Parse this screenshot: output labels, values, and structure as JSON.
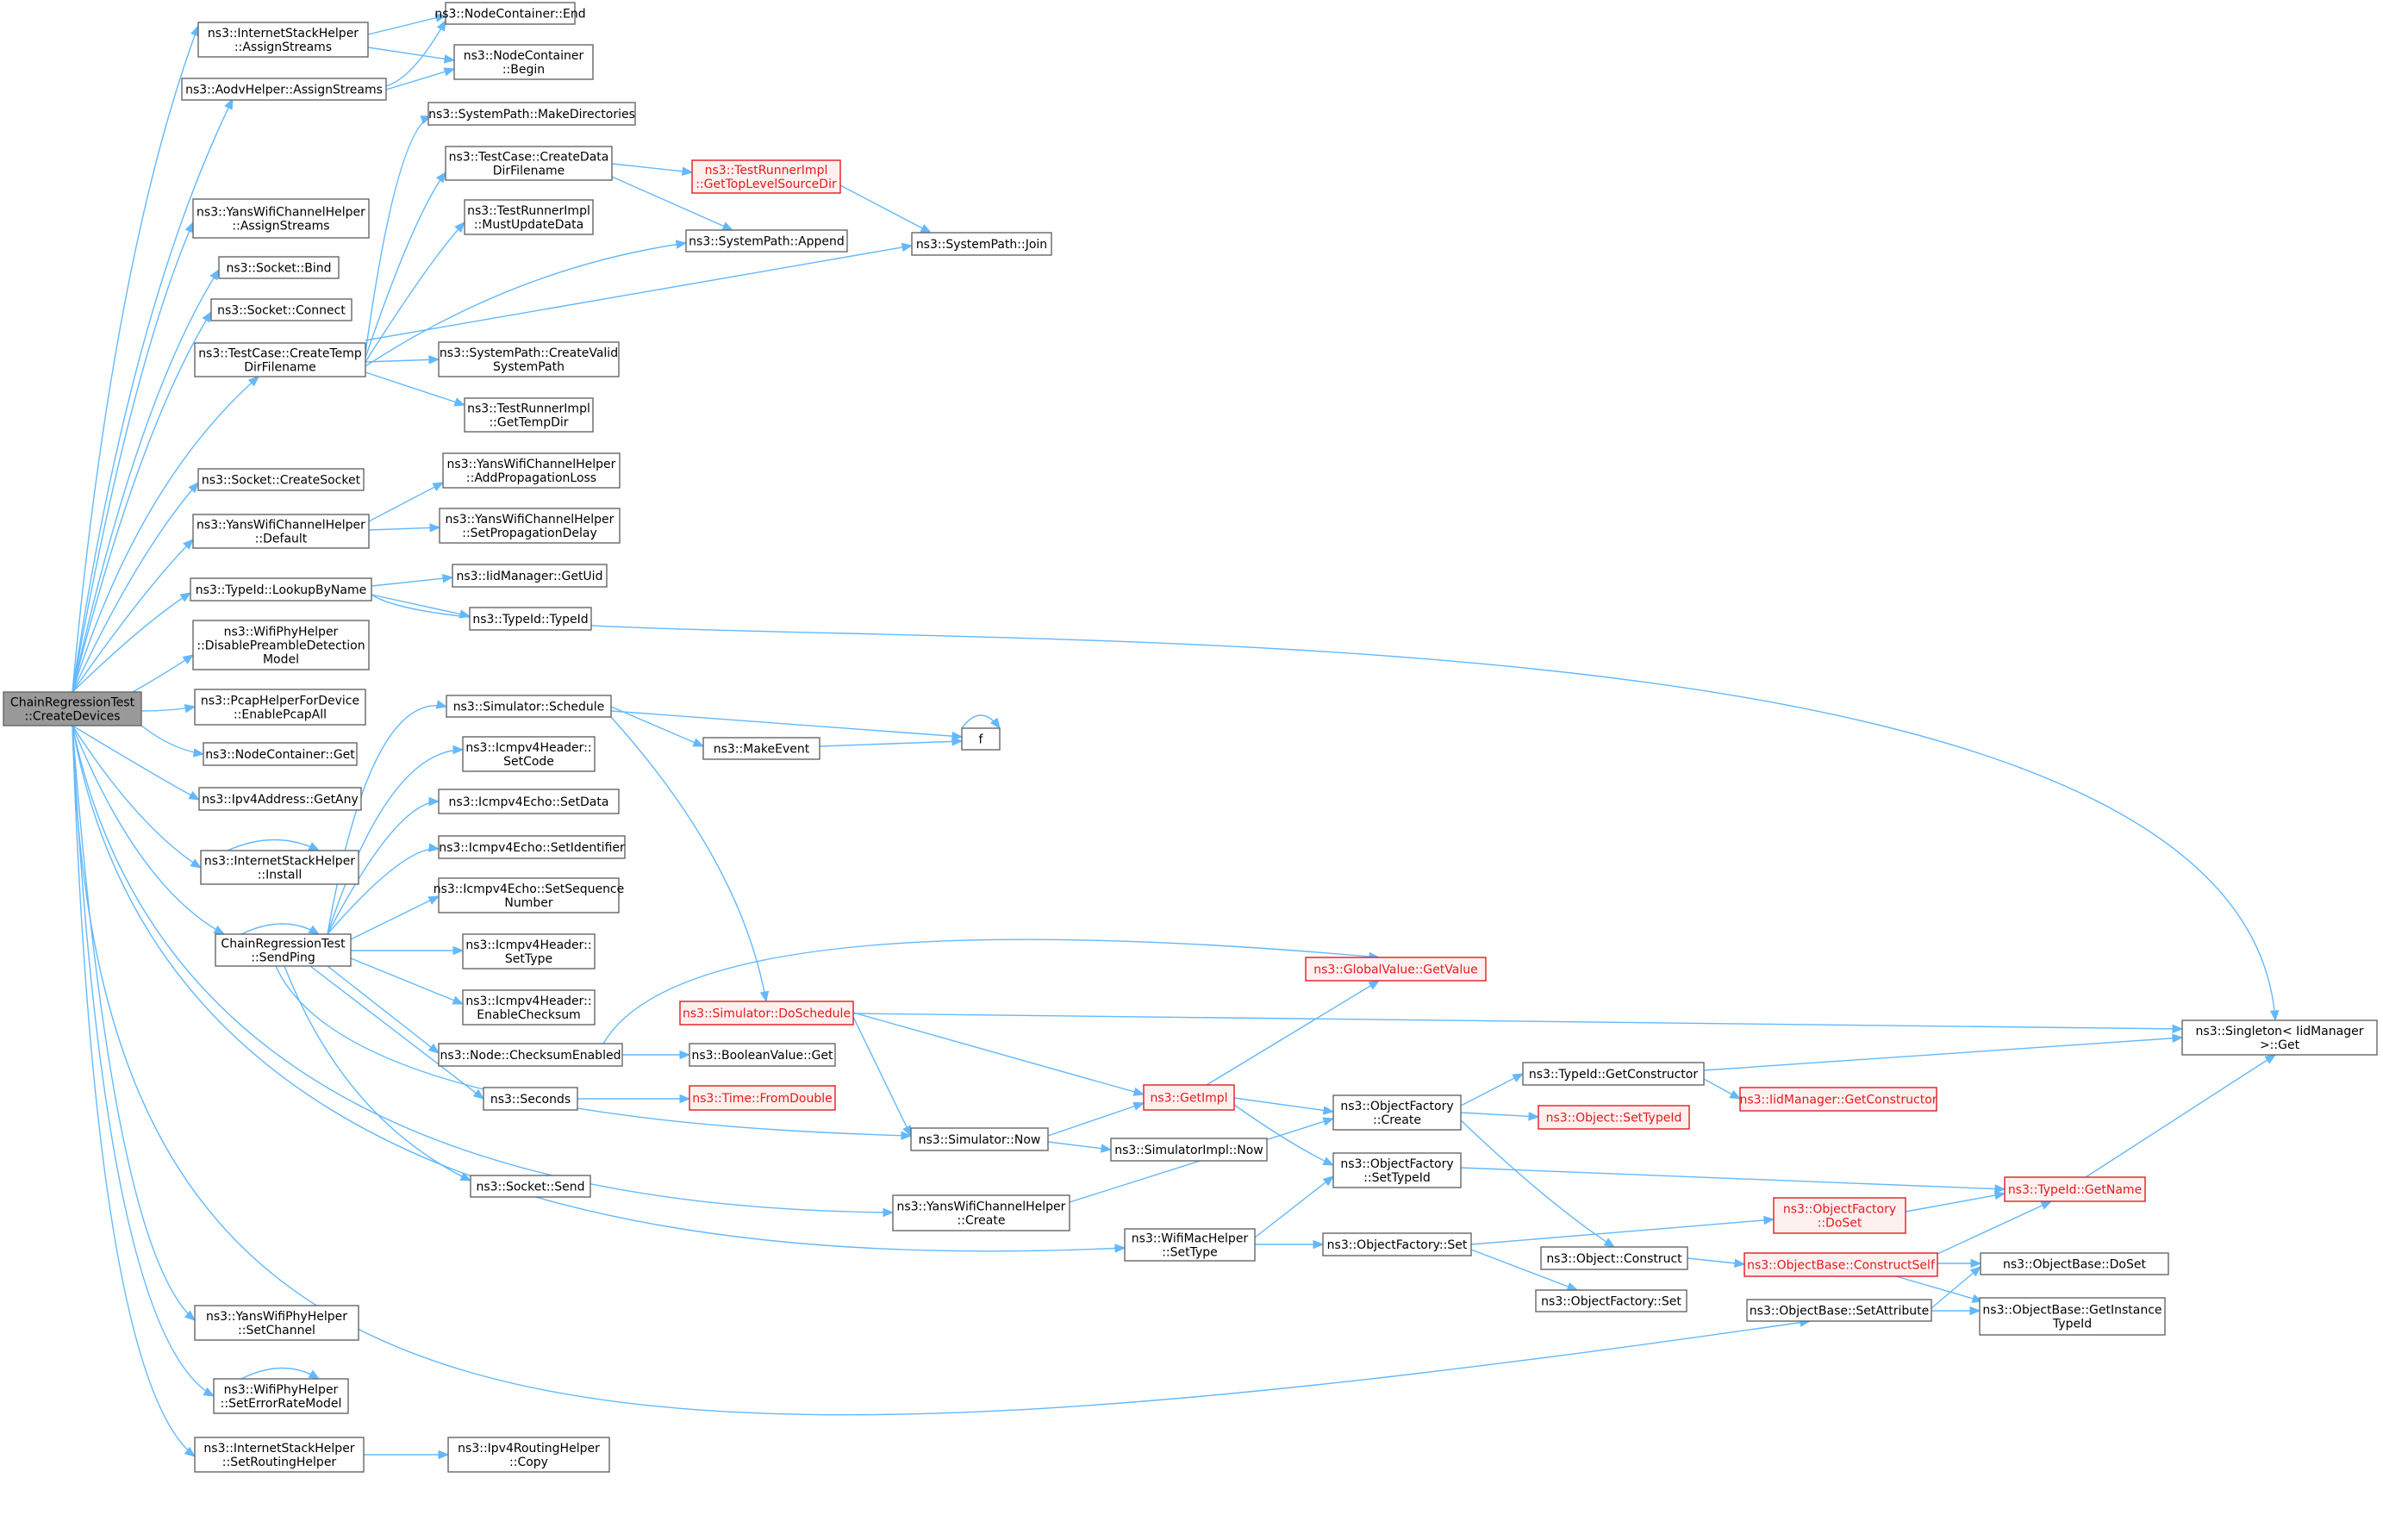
{
  "graph": {
    "colors": {
      "edge": "#63b8ff",
      "node_border": "#666666",
      "node_fill": "#ffffff",
      "root_fill": "#999999",
      "red_border": "#e41a1c",
      "red_fill": "#fff0f0"
    },
    "nodes": [
      {
        "id": "root",
        "lines": [
          "ChainRegressionTest",
          "::CreateDevices"
        ],
        "kind": "root"
      },
      {
        "id": "ish_as",
        "lines": [
          "ns3::InternetStackHelper",
          "::AssignStreams"
        ]
      },
      {
        "id": "aodv_as",
        "lines": [
          "ns3::AodvHelper::AssignStreams"
        ]
      },
      {
        "id": "ywch_as",
        "lines": [
          "ns3::YansWifiChannelHelper",
          "::AssignStreams"
        ]
      },
      {
        "id": "sock_bind",
        "lines": [
          "ns3::Socket::Bind"
        ]
      },
      {
        "id": "sock_conn",
        "lines": [
          "ns3::Socket::Connect"
        ]
      },
      {
        "id": "tc_ctemp",
        "lines": [
          "ns3::TestCase::CreateTemp",
          "DirFilename"
        ]
      },
      {
        "id": "sock_create",
        "lines": [
          "ns3::Socket::CreateSocket"
        ]
      },
      {
        "id": "ywch_def",
        "lines": [
          "ns3::YansWifiChannelHelper",
          "::Default"
        ]
      },
      {
        "id": "tid_lookup",
        "lines": [
          "ns3::TypeId::LookupByName"
        ]
      },
      {
        "id": "wph_dpd",
        "lines": [
          "ns3::WifiPhyHelper",
          "::DisablePreambleDetection",
          "Model"
        ]
      },
      {
        "id": "pcap",
        "lines": [
          "ns3::PcapHelperForDevice",
          "::EnablePcapAll"
        ]
      },
      {
        "id": "nc_get",
        "lines": [
          "ns3::NodeContainer::Get"
        ]
      },
      {
        "id": "ipv4_any",
        "lines": [
          "ns3::Ipv4Address::GetAny"
        ]
      },
      {
        "id": "ish_inst",
        "lines": [
          "ns3::InternetStackHelper",
          "::Install"
        ]
      },
      {
        "id": "sendping",
        "lines": [
          "ChainRegressionTest",
          "::SendPing"
        ]
      },
      {
        "id": "ywch_create",
        "lines": [
          "ns3::YansWifiChannelHelper",
          "::Create"
        ]
      },
      {
        "id": "wmh_settype",
        "lines": [
          "ns3::WifiMacHelper",
          "::SetType"
        ]
      },
      {
        "id": "ywph_setch",
        "lines": [
          "ns3::YansWifiPhyHelper",
          "::SetChannel"
        ]
      },
      {
        "id": "wph_serm",
        "lines": [
          "ns3::WifiPhyHelper",
          "::SetErrorRateModel"
        ]
      },
      {
        "id": "ish_srh",
        "lines": [
          "ns3::InternetStackHelper",
          "::SetRoutingHelper"
        ]
      },
      {
        "id": "ob_setattr",
        "lines": [
          "ns3::ObjectBase::SetAttribute"
        ]
      },
      {
        "id": "nc_end",
        "lines": [
          "ns3::NodeContainer::End"
        ]
      },
      {
        "id": "nc_begin",
        "lines": [
          "ns3::NodeContainer",
          "::Begin"
        ]
      },
      {
        "id": "sp_mkdirs",
        "lines": [
          "ns3::SystemPath::MakeDirectories"
        ]
      },
      {
        "id": "tc_cdata",
        "lines": [
          "ns3::TestCase::CreateData",
          "DirFilename"
        ]
      },
      {
        "id": "tri_must",
        "lines": [
          "ns3::TestRunnerImpl",
          "::MustUpdateData"
        ]
      },
      {
        "id": "sp_cvalid",
        "lines": [
          "ns3::SystemPath::CreateValid",
          "SystemPath"
        ]
      },
      {
        "id": "tri_gettemp",
        "lines": [
          "ns3::TestRunnerImpl",
          "::GetTempDir"
        ]
      },
      {
        "id": "tri_toplevel",
        "lines": [
          "ns3::TestRunnerImpl",
          "::GetTopLevelSourceDir"
        ],
        "kind": "red"
      },
      {
        "id": "sp_append",
        "lines": [
          "ns3::SystemPath::Append"
        ]
      },
      {
        "id": "sp_join",
        "lines": [
          "ns3::SystemPath::Join"
        ]
      },
      {
        "id": "ywch_apl",
        "lines": [
          "ns3::YansWifiChannelHelper",
          "::AddPropagationLoss"
        ]
      },
      {
        "id": "ywch_spd",
        "lines": [
          "ns3::YansWifiChannelHelper",
          "::SetPropagationDelay"
        ]
      },
      {
        "id": "iid_getuid",
        "lines": [
          "ns3::IidManager::GetUid"
        ]
      },
      {
        "id": "tid_tid",
        "lines": [
          "ns3::TypeId::TypeId"
        ]
      },
      {
        "id": "sim_sched",
        "lines": [
          "ns3::Simulator::Schedule"
        ]
      },
      {
        "id": "icmp_setcode",
        "lines": [
          "ns3::Icmpv4Header::",
          "SetCode"
        ]
      },
      {
        "id": "echo_setdata",
        "lines": [
          "ns3::Icmpv4Echo::SetData"
        ]
      },
      {
        "id": "echo_setid",
        "lines": [
          "ns3::Icmpv4Echo::SetIdentifier"
        ]
      },
      {
        "id": "echo_setseq",
        "lines": [
          "ns3::Icmpv4Echo::SetSequence",
          "Number"
        ]
      },
      {
        "id": "icmp_settype",
        "lines": [
          "ns3::Icmpv4Header::",
          "SetType"
        ]
      },
      {
        "id": "icmp_enck",
        "lines": [
          "ns3::Icmpv4Header::",
          "EnableChecksum"
        ]
      },
      {
        "id": "node_cksum",
        "lines": [
          "ns3::Node::ChecksumEnabled"
        ]
      },
      {
        "id": "seconds",
        "lines": [
          "ns3::Seconds"
        ]
      },
      {
        "id": "sock_send",
        "lines": [
          "ns3::Socket::Send"
        ]
      },
      {
        "id": "makeevent",
        "lines": [
          "ns3::MakeEvent"
        ]
      },
      {
        "id": "f",
        "lines": [
          "f"
        ]
      },
      {
        "id": "sim_dosched",
        "lines": [
          "ns3::Simulator::DoSchedule"
        ],
        "kind": "red"
      },
      {
        "id": "boolval_get",
        "lines": [
          "ns3::BooleanValue::Get"
        ]
      },
      {
        "id": "time_fromdbl",
        "lines": [
          "ns3::Time::FromDouble"
        ],
        "kind": "red"
      },
      {
        "id": "sim_now",
        "lines": [
          "ns3::Simulator::Now"
        ]
      },
      {
        "id": "simimpl_now",
        "lines": [
          "ns3::SimulatorImpl::Now"
        ]
      },
      {
        "id": "getimpl",
        "lines": [
          "ns3::GetImpl"
        ],
        "kind": "red"
      },
      {
        "id": "gv_getvalue",
        "lines": [
          "ns3::GlobalValue::GetValue"
        ],
        "kind": "red"
      },
      {
        "id": "of_create",
        "lines": [
          "ns3::ObjectFactory",
          "::Create"
        ]
      },
      {
        "id": "of_settid",
        "lines": [
          "ns3::ObjectFactory",
          "::SetTypeId"
        ]
      },
      {
        "id": "of_set",
        "lines": [
          "ns3::ObjectFactory::Set"
        ]
      },
      {
        "id": "tid_getctor",
        "lines": [
          "ns3::TypeId::GetConstructor"
        ]
      },
      {
        "id": "obj_settid",
        "lines": [
          "ns3::Object::SetTypeId"
        ],
        "kind": "red"
      },
      {
        "id": "obj_construct",
        "lines": [
          "ns3::Object::Construct"
        ]
      },
      {
        "id": "of_set2",
        "lines": [
          "ns3::ObjectFactory::Set"
        ]
      },
      {
        "id": "iid_getctor",
        "lines": [
          "ns3::IidManager::GetConstructor"
        ],
        "kind": "red"
      },
      {
        "id": "of_doset",
        "lines": [
          "ns3::ObjectFactory",
          "::DoSet"
        ],
        "kind": "red"
      },
      {
        "id": "ob_cself",
        "lines": [
          "ns3::ObjectBase::ConstructSelf"
        ],
        "kind": "red"
      },
      {
        "id": "tid_getname",
        "lines": [
          "ns3::TypeId::GetName"
        ],
        "kind": "red"
      },
      {
        "id": "ob_doset",
        "lines": [
          "ns3::ObjectBase::DoSet"
        ]
      },
      {
        "id": "ob_getinst",
        "lines": [
          "ns3::ObjectBase::GetInstance",
          "TypeId"
        ]
      },
      {
        "id": "singleton_get",
        "lines": [
          "ns3::Singleton< IidManager",
          ">::Get"
        ]
      },
      {
        "id": "ipv4rh_copy",
        "lines": [
          "ns3::Ipv4RoutingHelper",
          "::Copy"
        ]
      }
    ]
  }
}
